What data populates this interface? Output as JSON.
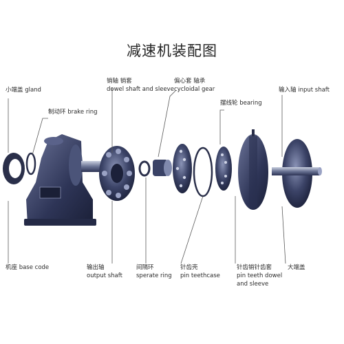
{
  "title": "减速机装配图",
  "labels": {
    "gland": "小端盖 gland",
    "brake_ring": "制动环 brake ring",
    "dowel_shaft": "销轴  销套",
    "dowel_shaft_en": "dowel shaft and sleeve",
    "cycloidal": "偏心套  轴承",
    "cycloidal_en": "cycloidal gear",
    "bearing": "摆线轮  bearing",
    "input_shaft": "输入轴  input shaft",
    "base_code": "机座 base code",
    "output_shaft": "输出轴",
    "output_shaft_en": "output shaft",
    "sperate_ring": "间隔环",
    "sperate_ring_en": "sperate ring",
    "pin_teethcase": "针齿壳",
    "pin_teethcase_en": "pin teethcase",
    "pin_dowel": "针齿销针齿套",
    "pin_dowel_en1": "pin teeth dowel",
    "pin_dowel_en2": "and sleeve",
    "big_cover": "大端盖"
  }
}
